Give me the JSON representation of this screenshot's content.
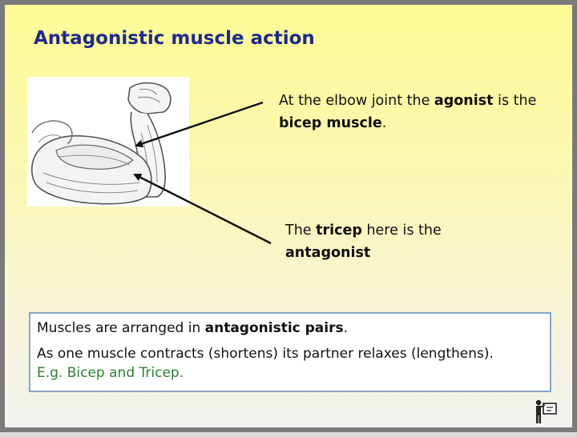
{
  "slide": {
    "title": "Antagonistic muscle action",
    "callout_agonist": {
      "pre": "At the elbow joint the ",
      "bold1": "agonist",
      "mid": " is the ",
      "bold2": "bicep muscle",
      "post": "."
    },
    "callout_antagonist": {
      "pre": "The ",
      "bold1": "tricep",
      "mid": " here is the ",
      "bold2": "antagonist"
    },
    "info": {
      "line1_pre": "Muscles are arranged in ",
      "line1_bold": "antagonistic pairs",
      "line1_post": ".",
      "line2": "As one muscle contracts (shortens) its partner relaxes (lengthens).",
      "example": "E.g. Bicep and Tricep."
    },
    "icons": {
      "arm_illustration": "flexed-arm-anatomy-icon",
      "presenter": "presenter-board-icon"
    },
    "colors": {
      "title": "#1f2a8a",
      "example": "#2e7d32",
      "box_border": "#8aa2c8"
    }
  }
}
